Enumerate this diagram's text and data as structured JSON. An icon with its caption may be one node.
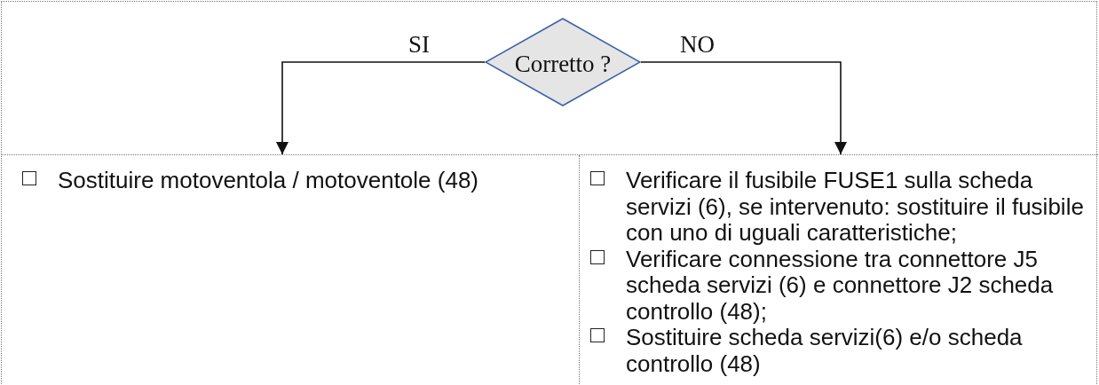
{
  "diagram": {
    "nodes": [
      {
        "text": [
          "Corretto ?"
        ]
      },
      {
        "text": [
          "Sostituire motoventola / motoventole (48)"
        ]
      },
      {
        "text": [
          "Verificare il fusibile FUSE1 sulla scheda servizi (6), se intervenuto: sostituire il fusibile con uno di uguali caratteristiche;",
          "Verificare connessione tra connettore J5 scheda servizi (6) e connettore J2 scheda controllo (48);",
          "Sostituire scheda servizi(6) e/o scheda controllo (48)"
        ]
      }
    ],
    "edges": [
      {
        "from": 0,
        "to": 1,
        "arrow": "to",
        "label": "SI"
      },
      {
        "from": 0,
        "to": 2,
        "arrow": "to",
        "label": "NO"
      }
    ]
  }
}
